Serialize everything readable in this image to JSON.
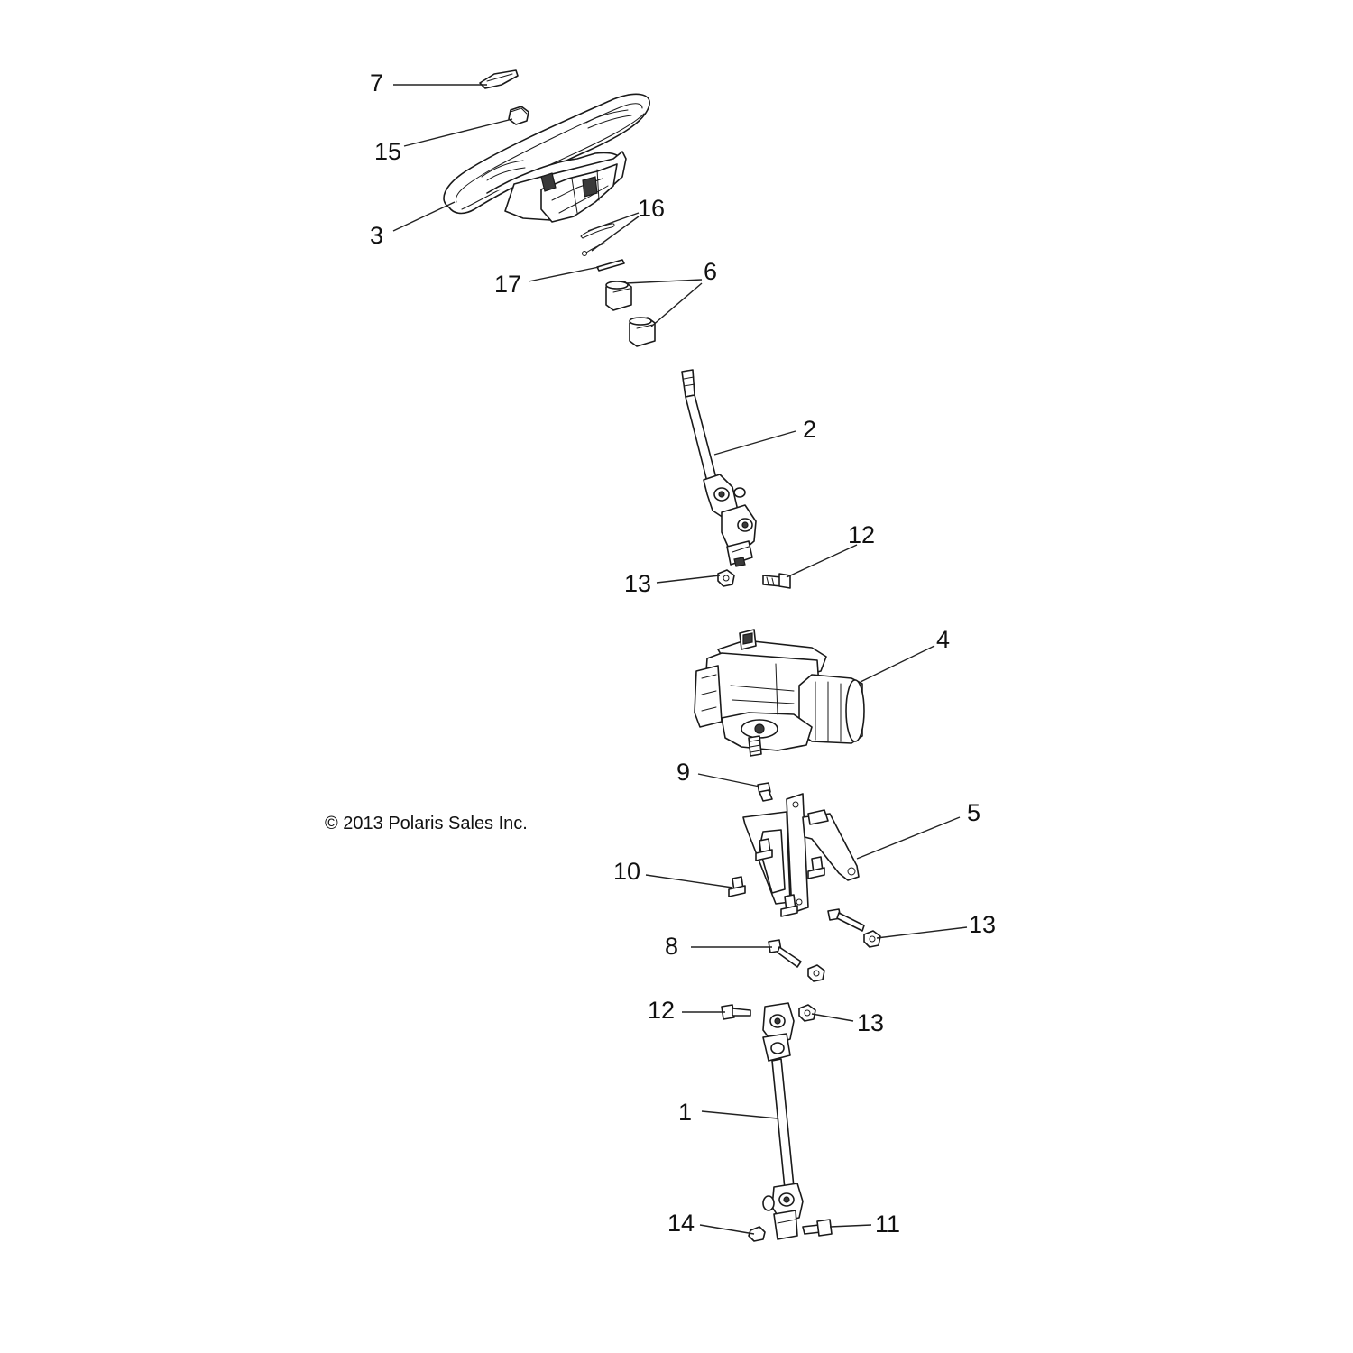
{
  "copyright": "© 2013 Polaris Sales Inc.",
  "callouts": {
    "c1": "1",
    "c2": "2",
    "c3": "3",
    "c4": "4",
    "c5": "5",
    "c6": "6",
    "c7": "7",
    "c8": "8",
    "c9": "9",
    "c10": "10",
    "c11": "11",
    "c12a": "12",
    "c12b": "12",
    "c13a": "13",
    "c13b": "13",
    "c13c": "13",
    "c14": "14",
    "c15": "15",
    "c16": "16",
    "c17": "17"
  },
  "parts": {
    "steering_wheel": "steering-wheel",
    "steering_shaft_upper": "upper-steering-shaft",
    "power_steering_unit": "power-steering-unit",
    "mount_bracket": "steering-mount-bracket",
    "lower_shaft": "lower-intermediate-shaft"
  }
}
